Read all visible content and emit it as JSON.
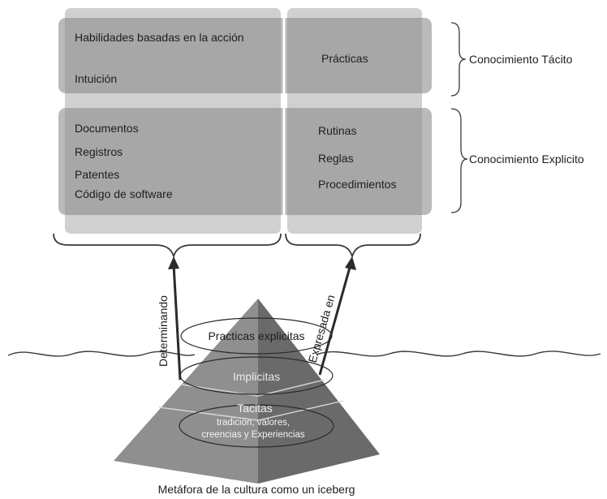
{
  "matrix": {
    "tacit_row": {
      "left_items": [
        "Habilidades basadas en la acción",
        "Intuición"
      ],
      "right_items": [
        "Prácticas"
      ],
      "label": "Conocimiento Tácito"
    },
    "explicit_row": {
      "left_items": [
        "Documentos",
        "Registros",
        "Patentes",
        "Código de software"
      ],
      "right_items": [
        "Rutinas",
        "Reglas",
        "Procedimientos"
      ],
      "label": "Conocimiento Explicito"
    }
  },
  "arrows": {
    "left_label": "Determinando",
    "right_label": "Expresada en"
  },
  "pyramid": {
    "top_label": "Practicas explicitas",
    "middle_label": "Implicitas",
    "bottom_label": "Tacitas",
    "bottom_sublabel_line1": "tradición, valores,",
    "bottom_sublabel_line2": "creencias y Experiencias"
  },
  "caption": "Metáfora de la cultura como un iceberg",
  "colors": {
    "box_fill": "#9a9a9a",
    "pyramid_light": "#8f8f8f",
    "pyramid_dark": "#6a6a6a",
    "line": "#3a3a3a"
  }
}
